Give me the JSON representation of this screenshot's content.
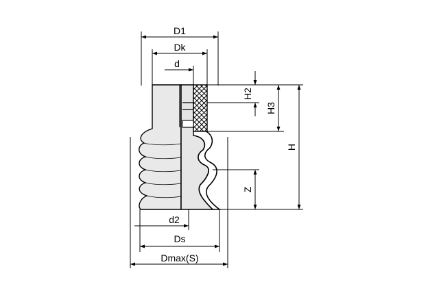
{
  "labels": {
    "d1": "D1",
    "dk": "Dk",
    "d": "d",
    "h2": "H2",
    "h3": "H3",
    "h": "H",
    "z": "Z",
    "d2": "d2",
    "ds": "Ds",
    "dmax": "Dmax(S)"
  }
}
